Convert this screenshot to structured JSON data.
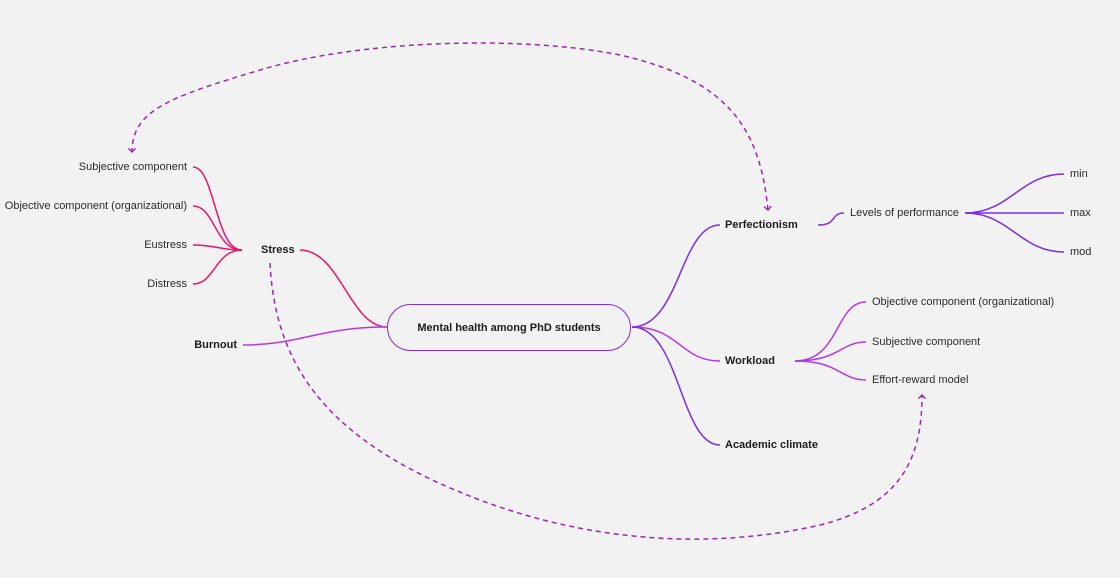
{
  "colors": {
    "pink": "#e8146c",
    "purple": "#7b2ee6",
    "magenta": "#b03ae6",
    "dashed": "#9b27b0"
  },
  "central": "Mental health among PhD students",
  "left": {
    "stress": {
      "label": "Stress",
      "children": [
        "Subjective component",
        "Objective component (organizational)",
        "Eustress",
        "Distress"
      ]
    },
    "burnout": {
      "label": "Burnout"
    }
  },
  "right": {
    "perfectionism": {
      "label": "Perfectionism",
      "child": "Levels of performance",
      "grandchildren": [
        "min",
        "max",
        "mod"
      ]
    },
    "workload": {
      "label": "Workload",
      "children": [
        "Objective component (organizational)",
        "Subjective component",
        "Effort-reward model"
      ]
    },
    "academic_climate": {
      "label": "Academic climate"
    }
  }
}
